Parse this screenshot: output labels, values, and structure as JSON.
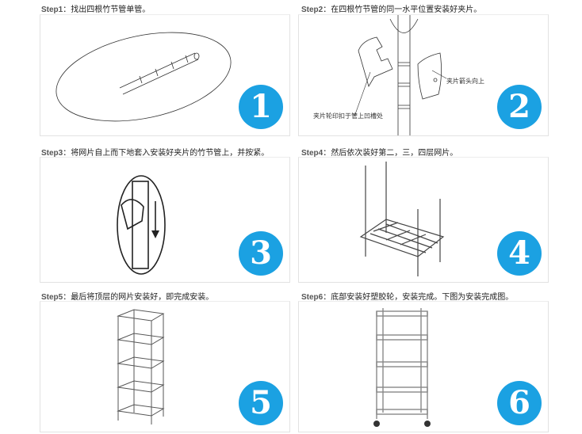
{
  "steps": [
    {
      "label": "Step1",
      "sep": "：",
      "text": "找出四根竹节管单管。",
      "number": "1"
    },
    {
      "label": "Step2",
      "sep": "：",
      "text": "在四根竹节管的同一水平位置安装好夹片。",
      "number": "2",
      "notes": [
        "夹片轮印扣于管上凹槽处",
        "夹片箭头向上"
      ]
    },
    {
      "label": "Step3",
      "sep": "：",
      "text": "将网片自上而下地套入安装好夹片的竹节管上，并按紧。",
      "number": "3"
    },
    {
      "label": "Step4",
      "sep": "：",
      "text": "然后依次装好第二，三，四层网片。",
      "number": "4"
    },
    {
      "label": "Step5",
      "sep": "：",
      "text": "最后将顶层的网片安装好，即完成安装。",
      "number": "5"
    },
    {
      "label": "Step6",
      "sep": "：",
      "text": "底部安装好塑胶轮，安装完成。下图为安装完成图。",
      "number": "6"
    }
  ],
  "colors": {
    "badge": "#1ba1e2"
  }
}
